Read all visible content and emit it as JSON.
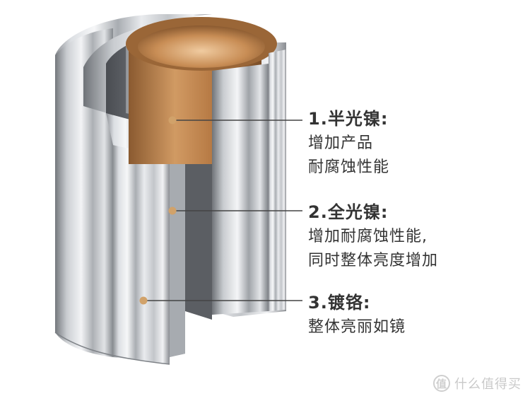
{
  "layers": [
    {
      "title": "1.半光镍:",
      "lines": [
        "增加产品",
        "耐腐蚀性能"
      ]
    },
    {
      "title": "2.全光镍:",
      "lines": [
        "增加耐腐蚀性能,",
        "同时整体亮度增加"
      ]
    },
    {
      "title": "3.镀铬:",
      "lines": [
        "整体亮丽如镜"
      ]
    }
  ],
  "watermark": {
    "icon_glyph": "值",
    "text": "什么值得买"
  },
  "colors": {
    "marker": "#d1a26a",
    "leader_line": "#444444",
    "text": "#333333",
    "copper": "#b97d47"
  }
}
